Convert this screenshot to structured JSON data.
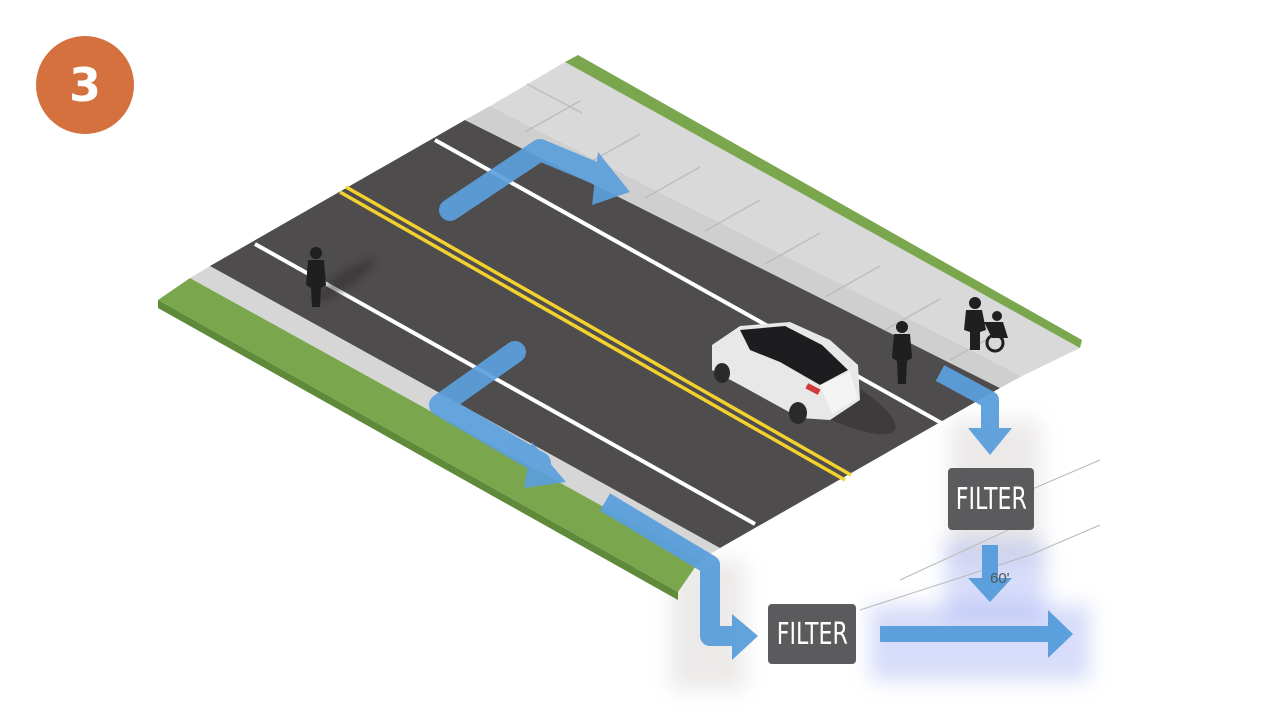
{
  "step": {
    "number": "3"
  },
  "filters": [
    {
      "label": "FILTER"
    },
    {
      "label": "FILTER"
    }
  ],
  "dimension": {
    "label": "60'"
  },
  "colors": {
    "badge": "#d5703f",
    "filter_box": "#5b5b5e",
    "flow_arrow": "#5b9fdc",
    "asphalt": "#4f4c4d",
    "sidewalk": "#d9d9d9",
    "grass": "#7aa74e",
    "centerline": "#f3d12e",
    "lane_line": "#ffffff"
  },
  "icons": [
    "flow-arrow",
    "cyclist-figure",
    "pedestrian-with-wheelchair",
    "car"
  ]
}
